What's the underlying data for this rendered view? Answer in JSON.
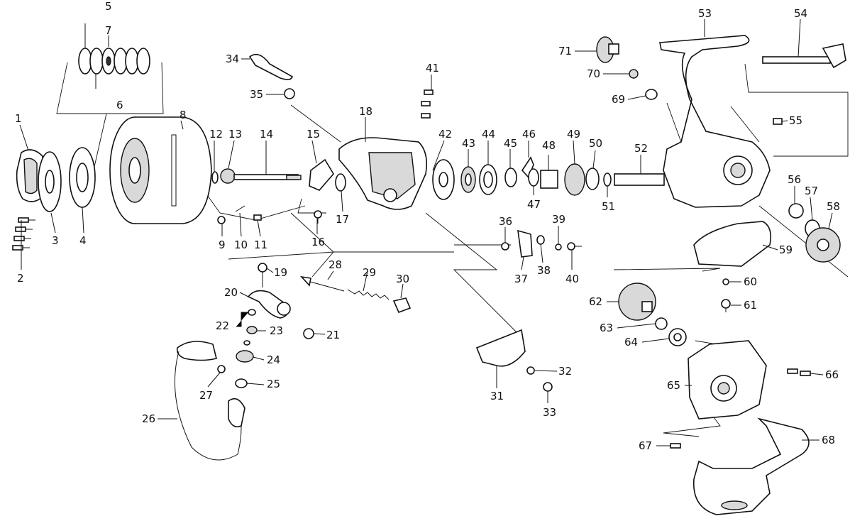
{
  "parts": [
    {
      "id": "p1",
      "num": "1"
    },
    {
      "id": "p2",
      "num": "2"
    },
    {
      "id": "p3",
      "num": "3"
    },
    {
      "id": "p4",
      "num": "4"
    },
    {
      "id": "p5",
      "num": "5"
    },
    {
      "id": "p6",
      "num": "6"
    },
    {
      "id": "p7",
      "num": "7"
    },
    {
      "id": "p8",
      "num": "8"
    },
    {
      "id": "p9",
      "num": "9"
    },
    {
      "id": "p10",
      "num": "10"
    },
    {
      "id": "p11",
      "num": "11"
    },
    {
      "id": "p12",
      "num": "12"
    },
    {
      "id": "p13",
      "num": "13"
    },
    {
      "id": "p14",
      "num": "14"
    },
    {
      "id": "p15",
      "num": "15"
    },
    {
      "id": "p16",
      "num": "16"
    },
    {
      "id": "p17",
      "num": "17"
    },
    {
      "id": "p18",
      "num": "18"
    },
    {
      "id": "p19",
      "num": "19"
    },
    {
      "id": "p20",
      "num": "20"
    },
    {
      "id": "p21",
      "num": "21"
    },
    {
      "id": "p22",
      "num": "22"
    },
    {
      "id": "p23",
      "num": "23"
    },
    {
      "id": "p24",
      "num": "24"
    },
    {
      "id": "p25",
      "num": "25"
    },
    {
      "id": "p26",
      "num": "26"
    },
    {
      "id": "p27",
      "num": "27"
    },
    {
      "id": "p28",
      "num": "28"
    },
    {
      "id": "p29",
      "num": "29"
    },
    {
      "id": "p30",
      "num": "30"
    },
    {
      "id": "p31",
      "num": "31"
    },
    {
      "id": "p32",
      "num": "32"
    },
    {
      "id": "p33",
      "num": "33"
    },
    {
      "id": "p34",
      "num": "34"
    },
    {
      "id": "p35",
      "num": "35"
    },
    {
      "id": "p36",
      "num": "36"
    },
    {
      "id": "p37",
      "num": "37"
    },
    {
      "id": "p38",
      "num": "38"
    },
    {
      "id": "p39",
      "num": "39"
    },
    {
      "id": "p40",
      "num": "40"
    },
    {
      "id": "p41",
      "num": "41"
    },
    {
      "id": "p42",
      "num": "42"
    },
    {
      "id": "p43",
      "num": "43"
    },
    {
      "id": "p44",
      "num": "44"
    },
    {
      "id": "p45",
      "num": "45"
    },
    {
      "id": "p46",
      "num": "46"
    },
    {
      "id": "p47",
      "num": "47"
    },
    {
      "id": "p48",
      "num": "48"
    },
    {
      "id": "p49",
      "num": "49"
    },
    {
      "id": "p50",
      "num": "50"
    },
    {
      "id": "p51",
      "num": "51"
    },
    {
      "id": "p52",
      "num": "52"
    },
    {
      "id": "p53",
      "num": "53"
    },
    {
      "id": "p54",
      "num": "54"
    },
    {
      "id": "p55",
      "num": "55"
    },
    {
      "id": "p56",
      "num": "56"
    },
    {
      "id": "p57",
      "num": "57"
    },
    {
      "id": "p58",
      "num": "58"
    },
    {
      "id": "p59",
      "num": "59"
    },
    {
      "id": "p60",
      "num": "60"
    },
    {
      "id": "p61",
      "num": "61"
    },
    {
      "id": "p62",
      "num": "62"
    },
    {
      "id": "p63",
      "num": "63"
    },
    {
      "id": "p64",
      "num": "64"
    },
    {
      "id": "p65",
      "num": "65"
    },
    {
      "id": "p66",
      "num": "66"
    },
    {
      "id": "p67",
      "num": "67"
    },
    {
      "id": "p68",
      "num": "68"
    },
    {
      "id": "p69",
      "num": "69"
    },
    {
      "id": "p70",
      "num": "70"
    },
    {
      "id": "p71",
      "num": "71"
    }
  ]
}
